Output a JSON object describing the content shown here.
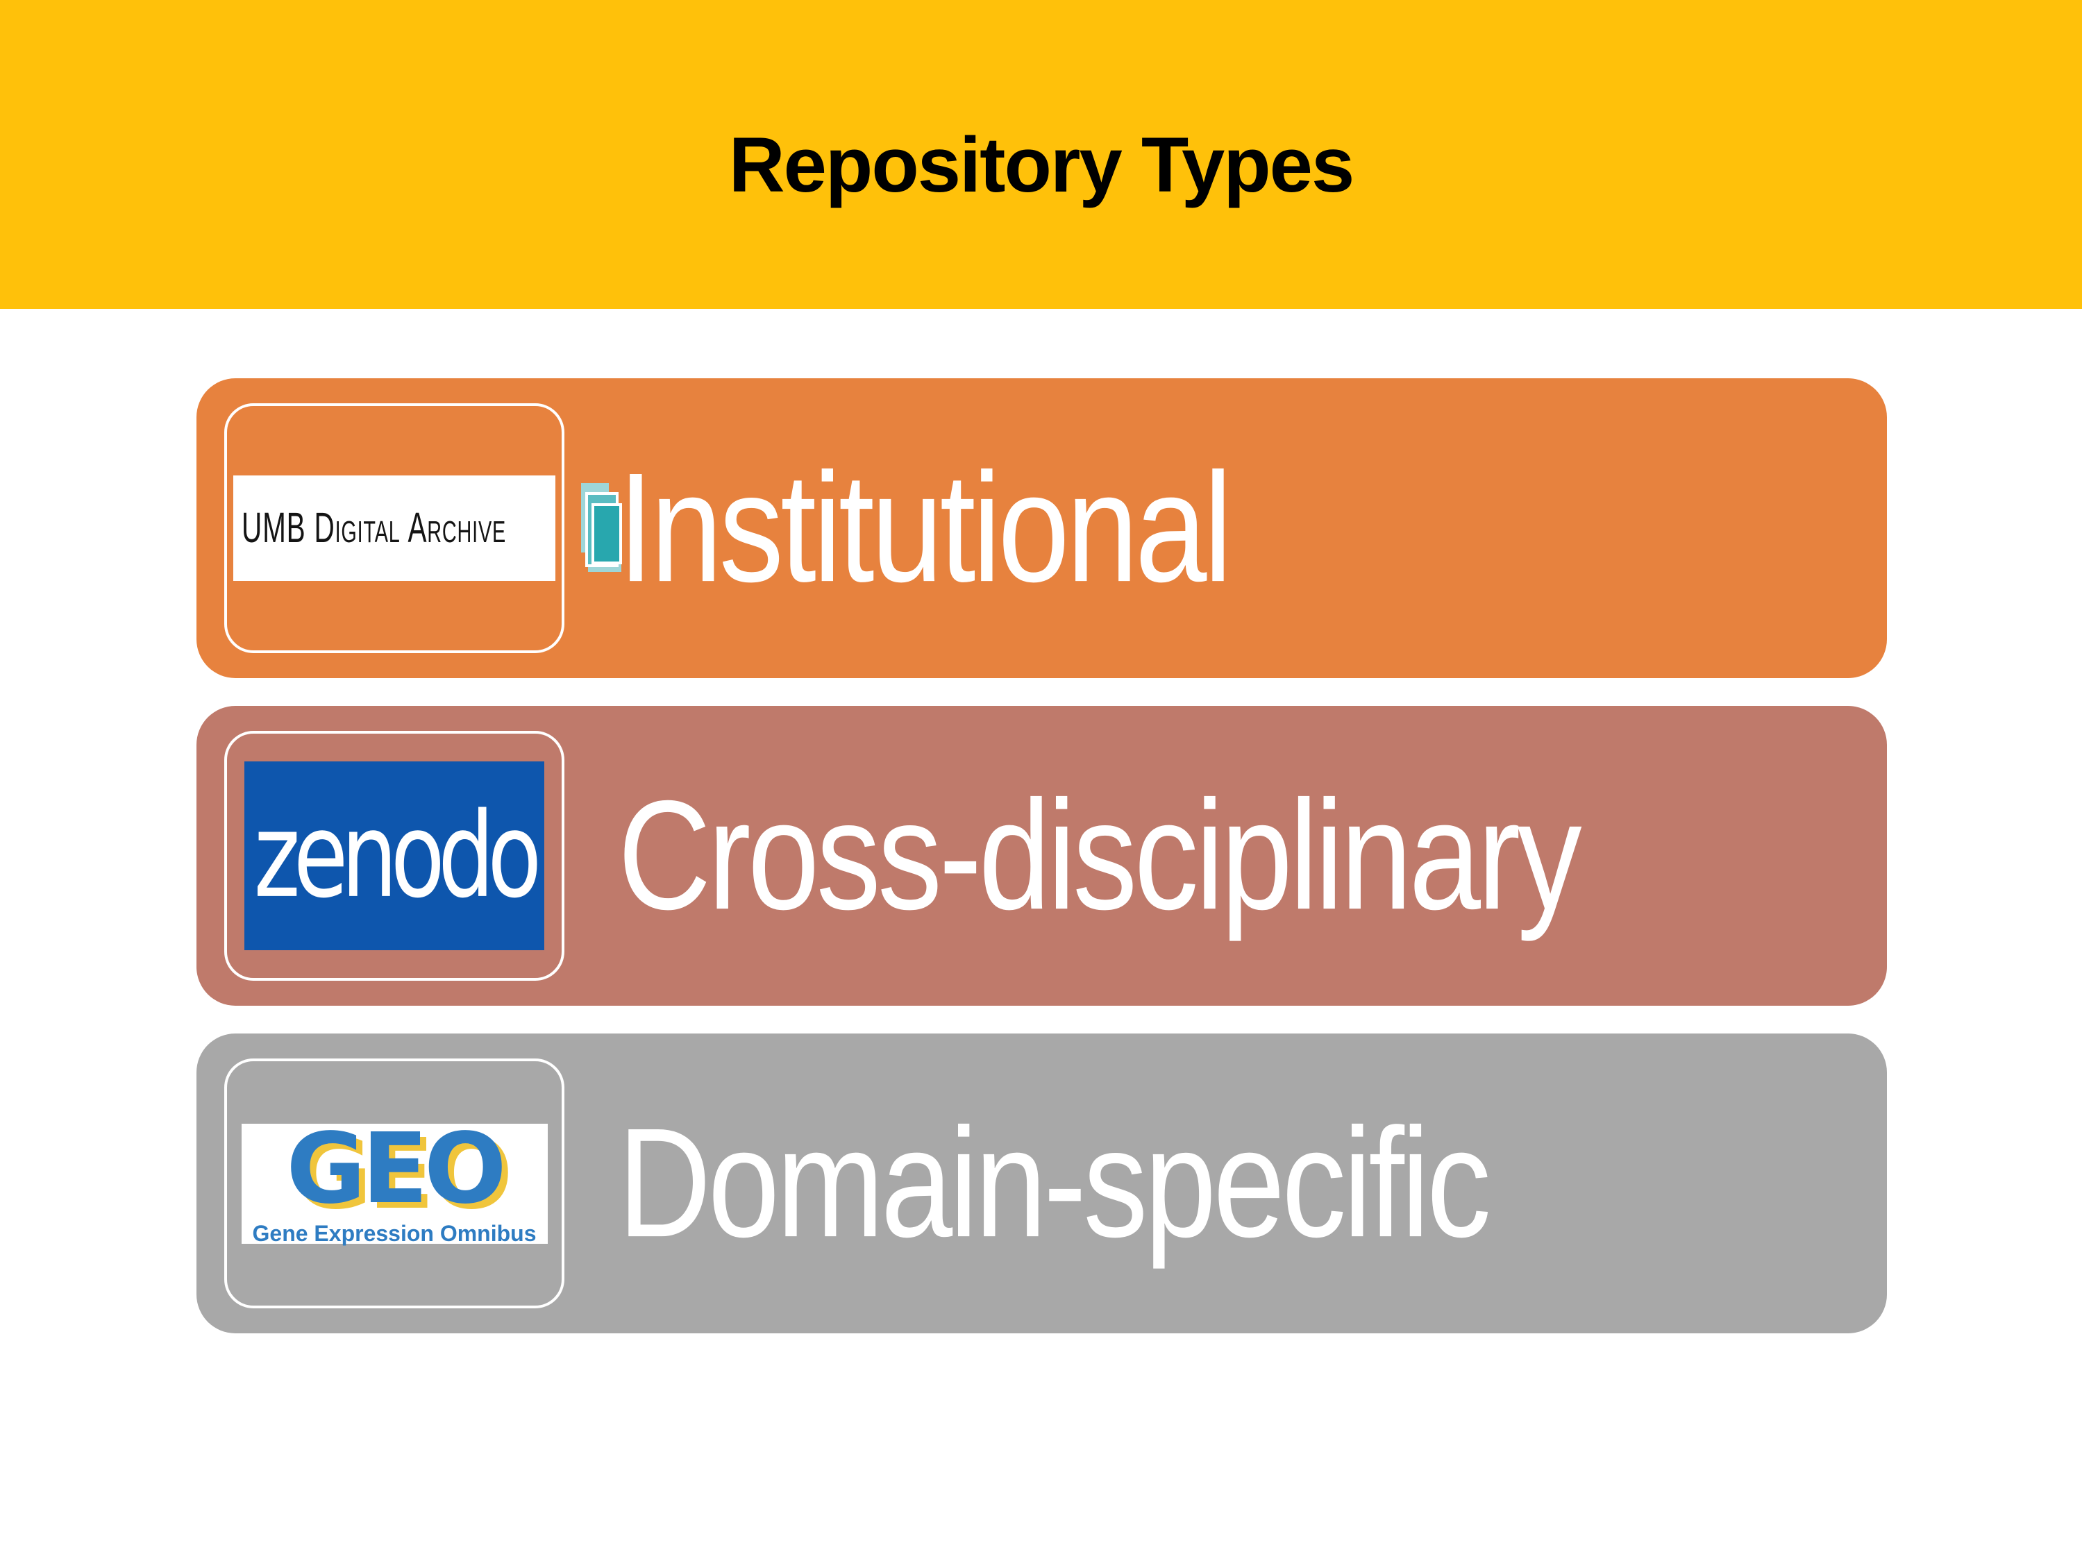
{
  "slide": {
    "title": "Repository Types",
    "background_color": "#FFFFFF",
    "header_color": "#FFC10A",
    "title_color": "#000000"
  },
  "bars": [
    {
      "label": "Institutional",
      "color": "#E7823E",
      "logo": "umb-digital-archive"
    },
    {
      "label": "Cross-disciplinary",
      "color": "#BF7A6B",
      "logo": "zenodo"
    },
    {
      "label": "Domain-specific",
      "color": "#A8A8A8",
      "logo": "geo"
    }
  ],
  "logos": {
    "umb": {
      "part1": "UMB D",
      "part2": "IGITAL",
      "part3": "A",
      "part4": "RCHIVE",
      "icon": "stacked-documents-icon",
      "icon_colors": [
        "#9ED6D8",
        "#5ABCC1",
        "#28A7AE"
      ]
    },
    "zenodo": {
      "wordmark": "zenodo",
      "background_color": "#0E56AD",
      "text_color": "#FFFFFF"
    },
    "geo": {
      "acronym": "GEO",
      "subtitle": "Gene Expression Omnibus",
      "text_color": "#2E7CC2",
      "shadow_color": "#F0C53C"
    }
  }
}
